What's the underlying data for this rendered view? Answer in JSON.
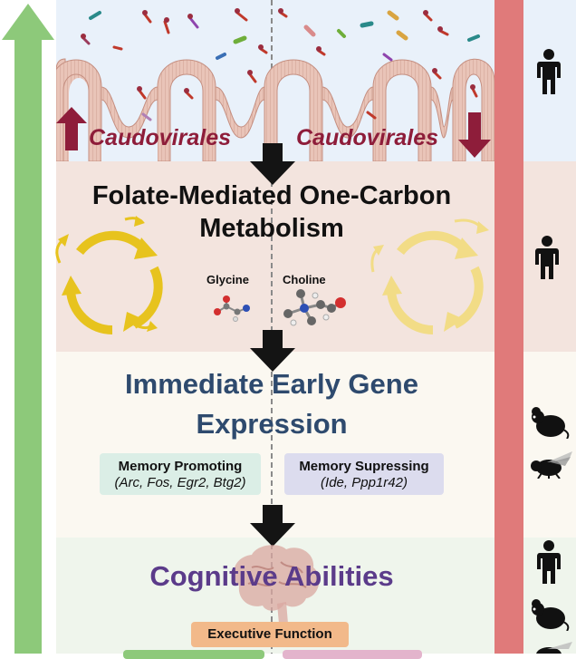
{
  "gut": {
    "left_label": "Caudovirales",
    "right_label": "Caudovirales",
    "colors": {
      "bg": "#e9f1fa",
      "villi": "#e9c4b8",
      "arrow": "#8e1d3a"
    }
  },
  "metabolism": {
    "title_line1": "Folate-Mediated One-Carbon",
    "title_line2": "Metabolism",
    "molecule_left": "Glycine",
    "molecule_right": "Choline",
    "colors": {
      "bg": "#f3e4de",
      "cycle": "#e7c31e",
      "cycle_faded": "#f2dc86"
    }
  },
  "gene_expression": {
    "title_line1": "Immediate Early Gene",
    "title_line2": "Expression",
    "promoting_label": "Memory Promoting",
    "promoting_genes": "(Arc, Fos, Egr2, Btg2)",
    "suppressing_label": "Memory Supressing",
    "suppressing_genes": "(Ide, Ppp1r42)",
    "colors": {
      "title": "#2e4a6e",
      "promoting_bg": "#dbeee6",
      "suppressing_bg": "#dcdcee"
    }
  },
  "cognition": {
    "title": "Cognitive Abilities",
    "executive_label": "Executive Function",
    "colors": {
      "title": "#5b3b8a",
      "executive_bg": "#f2b98a"
    }
  },
  "side_icons": [
    "human-icon",
    "human-icon",
    "mouse-icon",
    "fly-icon",
    "human-icon",
    "mouse-icon",
    "fly-icon"
  ],
  "colors": {
    "up_arrow": "#8dc97a",
    "down_bar": "#e07a7a",
    "flow_arrow": "#141414"
  }
}
